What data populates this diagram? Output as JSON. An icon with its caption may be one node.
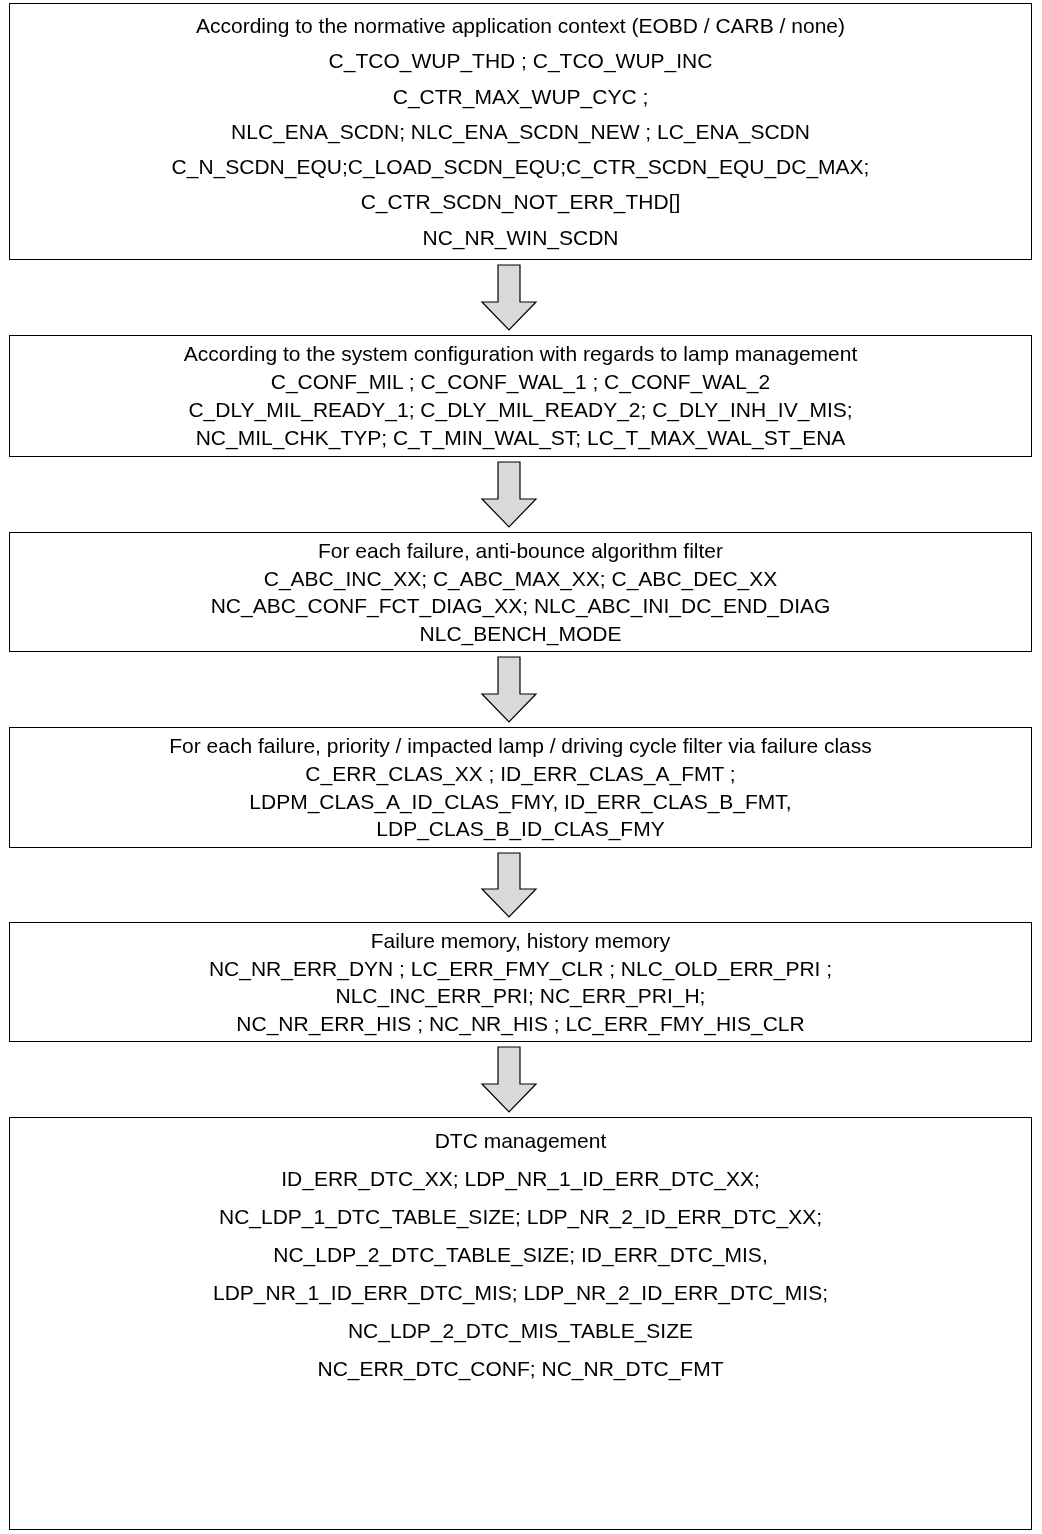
{
  "diagram": {
    "nodes": [
      {
        "text": [
          "According to the normative application context (EOBD / CARB / none)",
          "C_TCO_WUP_THD ; C_TCO_WUP_INC",
          "C_CTR_MAX_WUP_CYC ;",
          "NLC_ENA_SCDN; NLC_ENA_SCDN_NEW ; LC_ENA_SCDN",
          "C_N_SCDN_EQU;C_LOAD_SCDN_EQU;C_CTR_SCDN_EQU_DC_MAX;",
          "C_CTR_SCDN_NOT_ERR_THD[]",
          "NC_NR_WIN_SCDN"
        ]
      },
      {
        "text": [
          "According to the system configuration with regards to lamp management",
          "C_CONF_MIL ; C_CONF_WAL_1 ; C_CONF_WAL_2",
          "C_DLY_MIL_READY_1; C_DLY_MIL_READY_2; C_DLY_INH_IV_MIS;",
          "NC_MIL_CHK_TYP; C_T_MIN_WAL_ST; LC_T_MAX_WAL_ST_ENA"
        ]
      },
      {
        "text": [
          "For each failure, anti-bounce algorithm filter",
          "C_ABC_INC_XX; C_ABC_MAX_XX; C_ABC_DEC_XX",
          "NC_ABC_CONF_FCT_DIAG_XX; NLC_ABC_INI_DC_END_DIAG",
          "NLC_BENCH_MODE"
        ]
      },
      {
        "text": [
          "For each failure, priority / impacted lamp / driving cycle filter via failure class",
          "C_ERR_CLAS_XX ; ID_ERR_CLAS_A_FMT ;",
          "LDPM_CLAS_A_ID_CLAS_FMY, ID_ERR_CLAS_B_FMT,",
          "LDP_CLAS_B_ID_CLAS_FMY"
        ]
      },
      {
        "text": [
          "Failure memory, history memory",
          "NC_NR_ERR_DYN ; LC_ERR_FMY_CLR ; NLC_OLD_ERR_PRI ;",
          "NLC_INC_ERR_PRI; NC_ERR_PRI_H;",
          "NC_NR_ERR_HIS ; NC_NR_HIS ; LC_ERR_FMY_HIS_CLR"
        ]
      },
      {
        "text": [
          "DTC management",
          "ID_ERR_DTC_XX; LDP_NR_1_ID_ERR_DTC_XX;",
          "NC_LDP_1_DTC_TABLE_SIZE; LDP_NR_2_ID_ERR_DTC_XX;",
          "NC_LDP_2_DTC_TABLE_SIZE; ID_ERR_DTC_MIS,",
          "LDP_NR_1_ID_ERR_DTC_MIS; LDP_NR_2_ID_ERR_DTC_MIS;",
          "NC_LDP_2_DTC_MIS_TABLE_SIZE",
          "NC_ERR_DTC_CONF; NC_NR_DTC_FMT"
        ]
      }
    ],
    "edges": [
      {
        "from": 0,
        "to": 1,
        "arrow": "to"
      },
      {
        "from": 1,
        "to": 2,
        "arrow": "to"
      },
      {
        "from": 2,
        "to": 3,
        "arrow": "to"
      },
      {
        "from": 3,
        "to": 4,
        "arrow": "to"
      },
      {
        "from": 4,
        "to": 5,
        "arrow": "to"
      }
    ]
  }
}
